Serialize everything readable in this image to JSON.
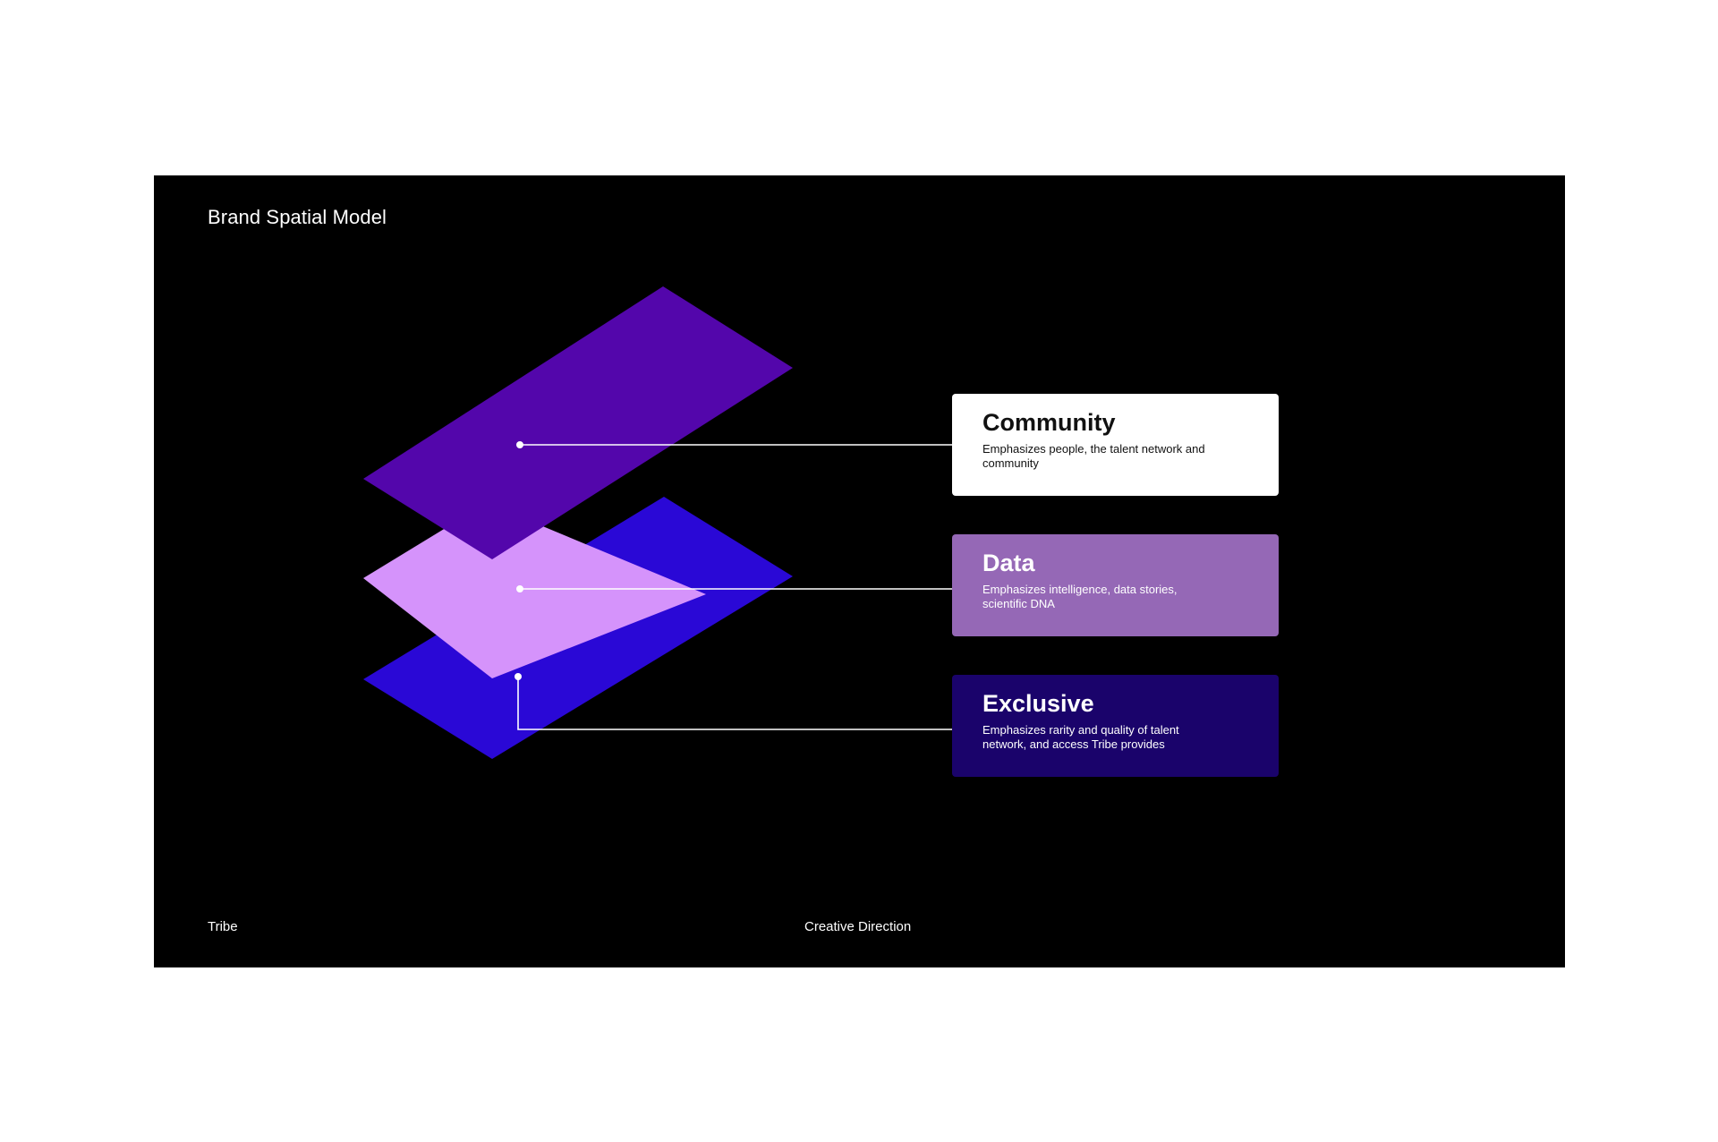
{
  "slide": {
    "title": "Brand Spatial Model",
    "footer_left": "Tribe",
    "footer_center": "Creative Direction"
  },
  "colors": {
    "background": "#000000",
    "community_layer": "#5306ab",
    "data_layer": "#d593fb",
    "exclusive_layer": "#2a08d6",
    "community_card": "#ffffff",
    "data_card": "#9568b6",
    "exclusive_card": "#1a036b",
    "connector": "#ffffff"
  },
  "layers": [
    {
      "title": "Community",
      "description": "Emphasizes people, the talent network and community"
    },
    {
      "title": "Data",
      "description": "Emphasizes intelligence, data stories, scientific DNA"
    },
    {
      "title": "Exclusive",
      "description": "Emphasizes rarity and quality of talent network, and access Tribe provides"
    }
  ]
}
